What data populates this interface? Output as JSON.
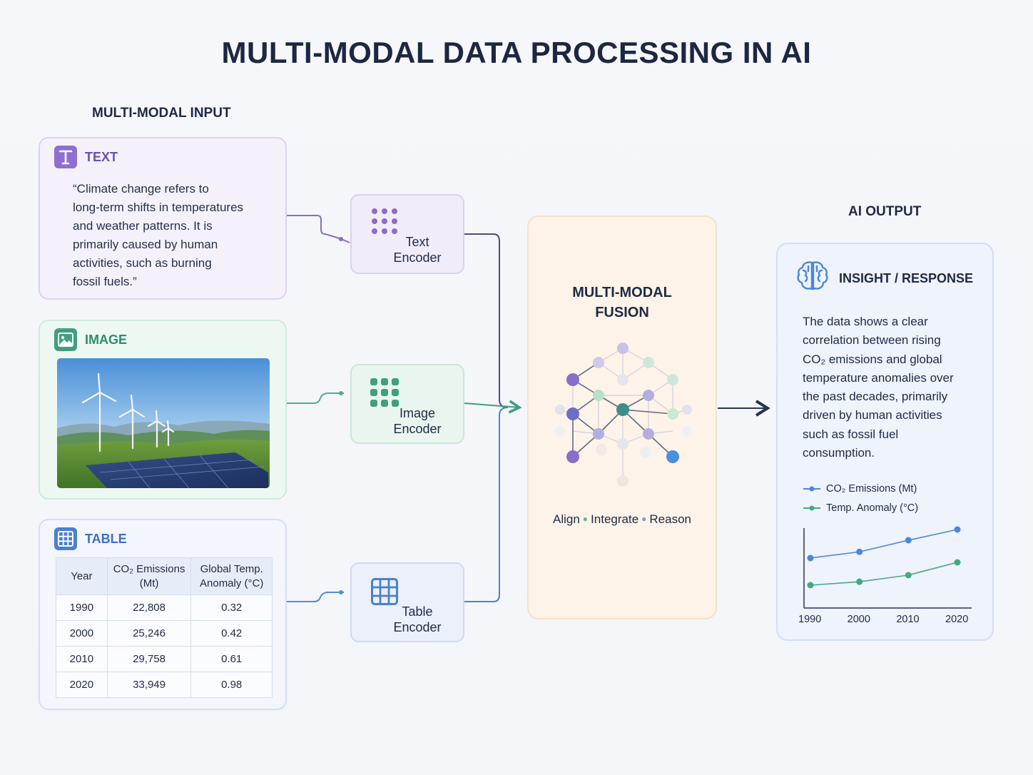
{
  "title": "MULTI-MODAL DATA PROCESSING IN AI",
  "input_heading": "MULTI-MODAL INPUT",
  "output_heading": "AI OUTPUT",
  "text_panel": {
    "label": "TEXT",
    "icon": "text-T-icon",
    "lines": [
      "“Climate change refers to",
      "long-term shifts in temperatures",
      "and weather patterns. It is",
      "primarily caused by human",
      "activities, such as burning",
      "fossil fuels.”"
    ]
  },
  "image_panel": {
    "label": "IMAGE",
    "icon": "image-icon",
    "image": "wind-turbines-and-solar-panels-photo"
  },
  "table_panel": {
    "label": "TABLE",
    "icon": "table-grid-icon",
    "headers": [
      "Year",
      "CO₂ Emissions (Mt)",
      "Global Temp. Anomaly (°C)"
    ],
    "rows": [
      [
        "1990",
        "22,808",
        "0.32"
      ],
      [
        "2000",
        "25,246",
        "0.42"
      ],
      [
        "2010",
        "29,758",
        "0.61"
      ],
      [
        "2020",
        "33,949",
        "0.98"
      ]
    ]
  },
  "encoders": {
    "text": {
      "line1": "Text",
      "line2": "Encoder",
      "icon": "dot-grid-icon"
    },
    "image": {
      "line1": "Image",
      "line2": "Encoder",
      "icon": "dot-grid-icon"
    },
    "table": {
      "line1": "Table",
      "line2": "Encoder",
      "icon": "table-grid-icon"
    }
  },
  "fusion": {
    "line1": "MULTI-MODAL",
    "line2": "FUSION",
    "steps": [
      "Align",
      "Integrate",
      "Reason"
    ],
    "icon": "neural-network-graph"
  },
  "output": {
    "heading": "INSIGHT / RESPONSE",
    "icon": "brain-icon",
    "lines": [
      "The data shows a clear",
      "correlation between rising",
      "CO₂ emissions and global",
      "temperature anomalies over",
      "the past decades, primarily",
      "driven by human activities",
      "such as fossil fuel",
      "consumption."
    ]
  },
  "colors": {
    "text": "#7b5cc6",
    "image": "#3f9f7e",
    "table": "#4a7fd6",
    "co2_series": "#4f86dc",
    "temp_series": "#46a882"
  },
  "chart_data": {
    "type": "line",
    "x": [
      1990,
      2000,
      2010,
      2020
    ],
    "x_tick_labels": [
      "1990",
      "2000",
      "2010",
      "2020"
    ],
    "series": [
      {
        "name": "CO₂ Emissions (Mt)",
        "values": [
          22808,
          25246,
          29758,
          33949
        ]
      },
      {
        "name": "Temp. Anomaly (°C)",
        "values": [
          0.32,
          0.42,
          0.61,
          0.98
        ]
      }
    ],
    "legend": "top-left",
    "grid": false
  }
}
